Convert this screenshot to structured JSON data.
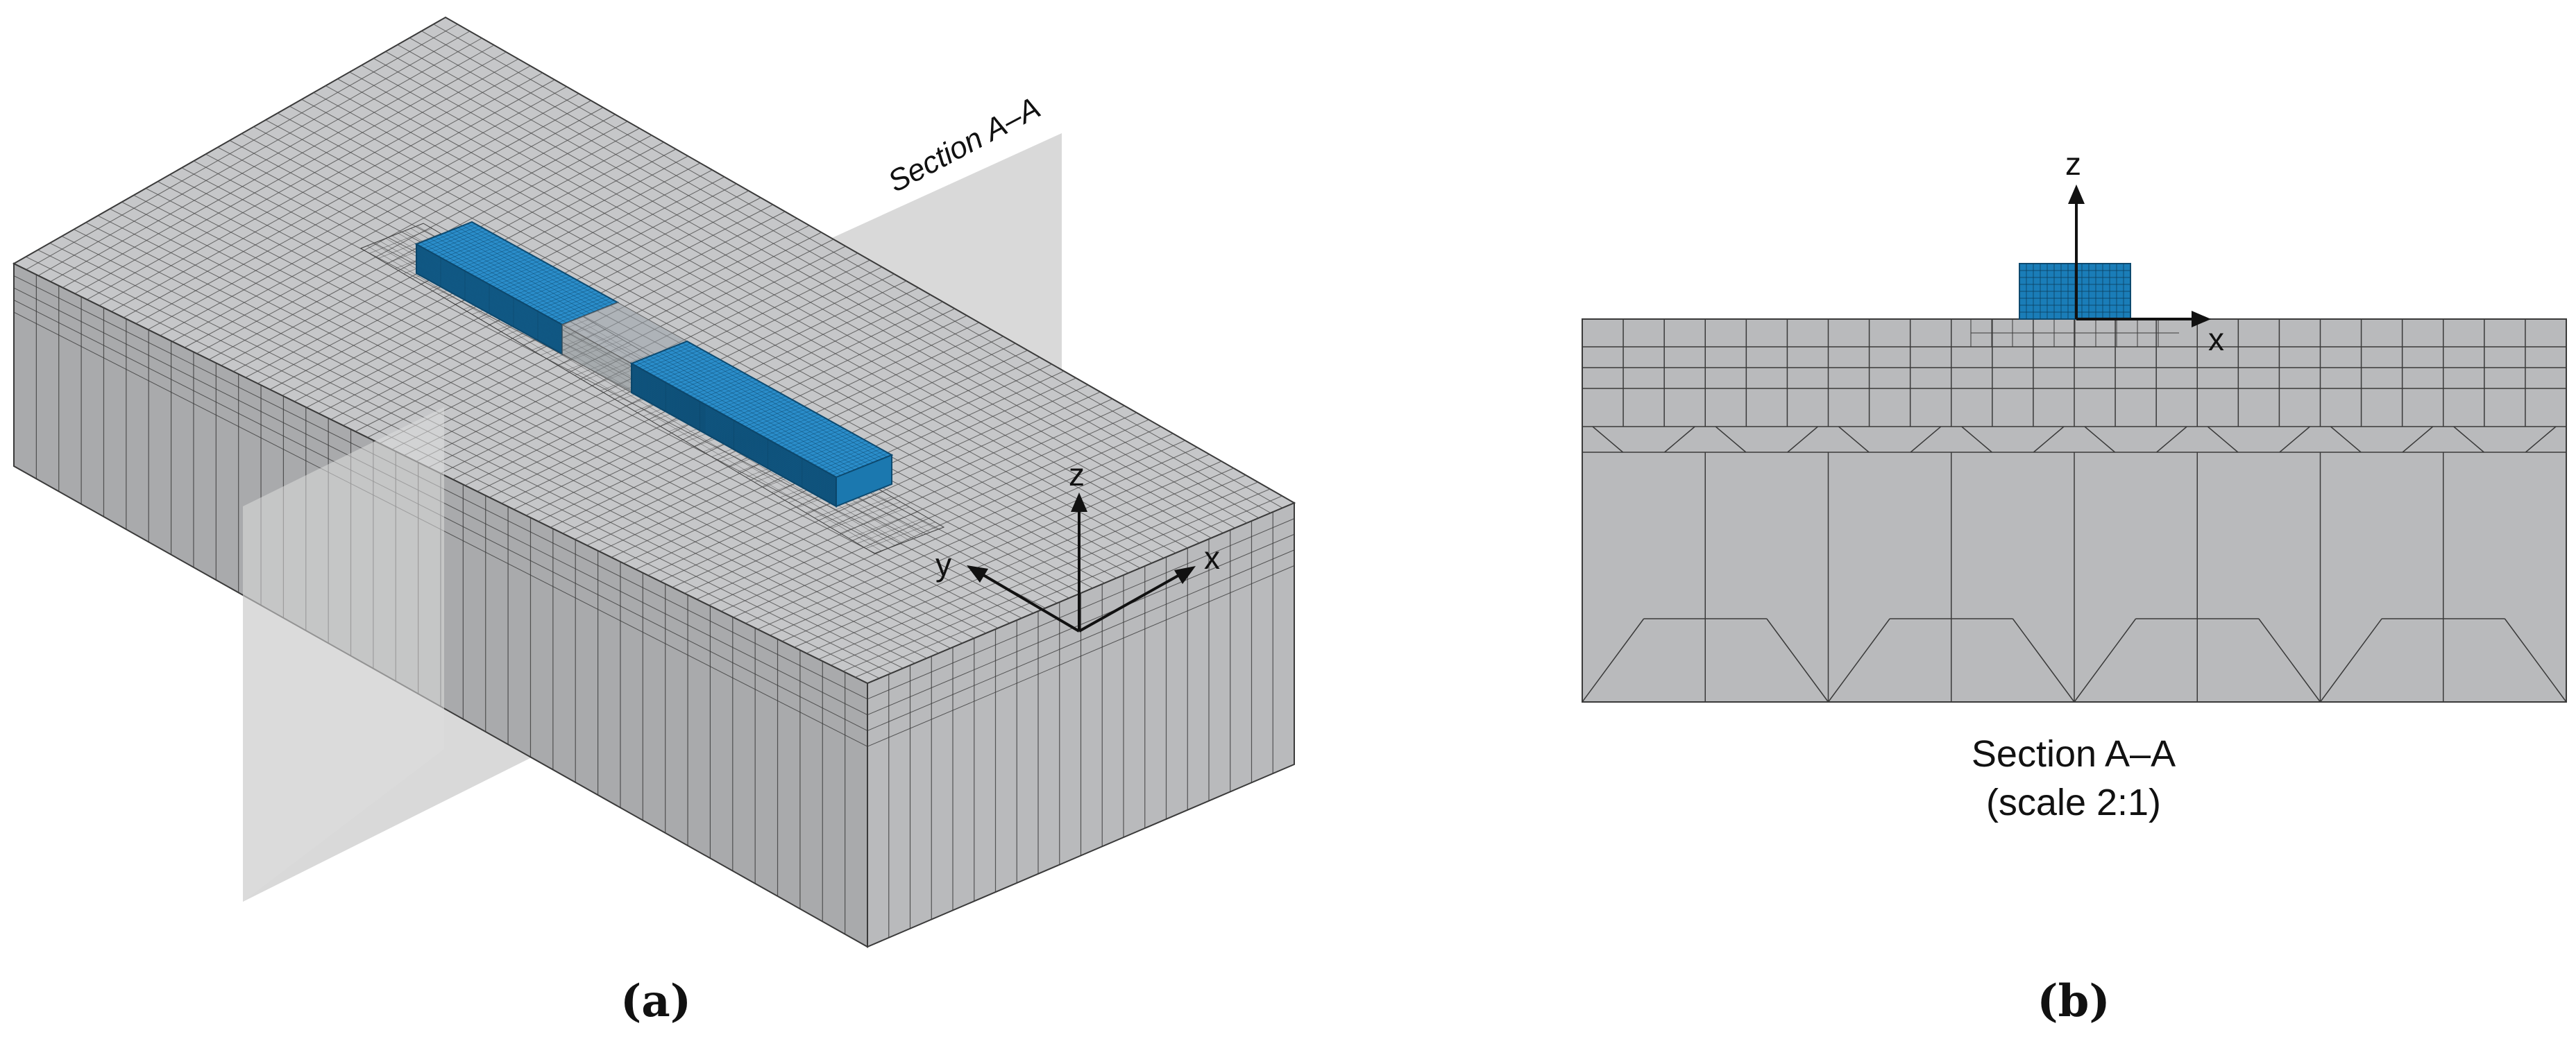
{
  "panel_a": {
    "section_plane_label": "Section A–A",
    "axes": {
      "z": "z",
      "y": "y",
      "x": "x"
    },
    "caption": "(a)"
  },
  "panel_b": {
    "axes": {
      "z": "z",
      "x": "x"
    },
    "section_title": "Section A–A",
    "section_scale": "(scale 2:1)",
    "caption": "(b)"
  },
  "colors": {
    "mesh_face": "#bdbec0",
    "mesh_side": "#a9aaac",
    "mesh_line": "#3a3a3a",
    "beam_fill": "#1a7db8",
    "section_plane": "#d9d9d9"
  }
}
